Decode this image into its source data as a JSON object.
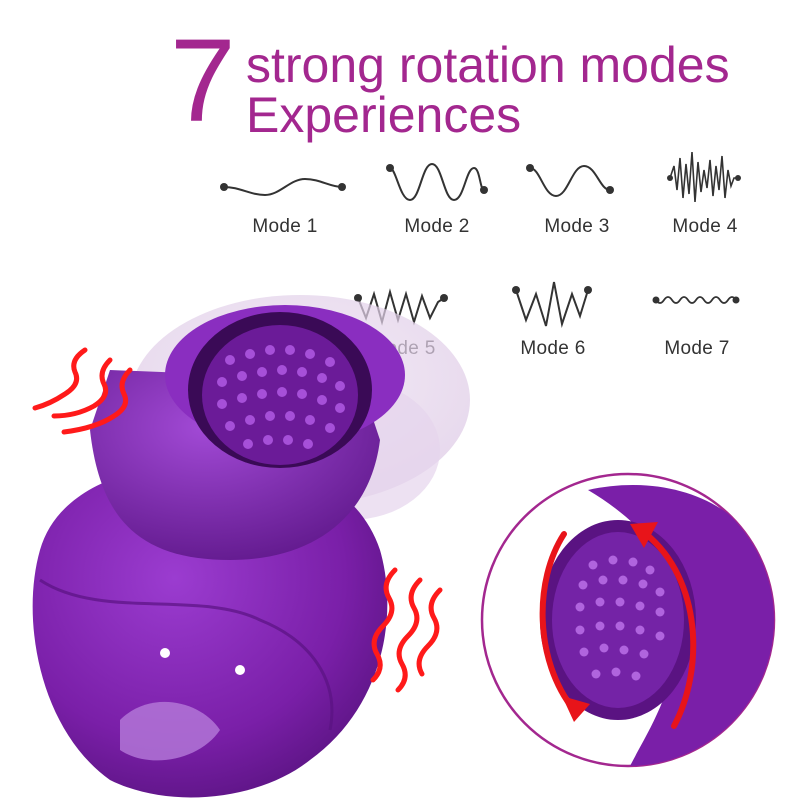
{
  "headline": {
    "number": "7",
    "line1": "strong rotation modes",
    "line2": "Experiences"
  },
  "colors": {
    "accent": "#a3278f",
    "product": "#7a1fa8",
    "vibration_marks": "#ff1a1a",
    "wave_stroke": "#333333"
  },
  "modes": [
    {
      "label": "Mode 1",
      "icon": "gentle-wave-icon"
    },
    {
      "label": "Mode 2",
      "icon": "deep-wave-icon"
    },
    {
      "label": "Mode 3",
      "icon": "single-wave-icon"
    },
    {
      "label": "Mode 4",
      "icon": "rapid-zigzag-icon"
    },
    {
      "label": "Mode 5",
      "icon": "zigzag-icon"
    },
    {
      "label": "Mode 6",
      "icon": "tall-zigzag-icon"
    },
    {
      "label": "Mode 7",
      "icon": "small-ripple-icon"
    }
  ]
}
